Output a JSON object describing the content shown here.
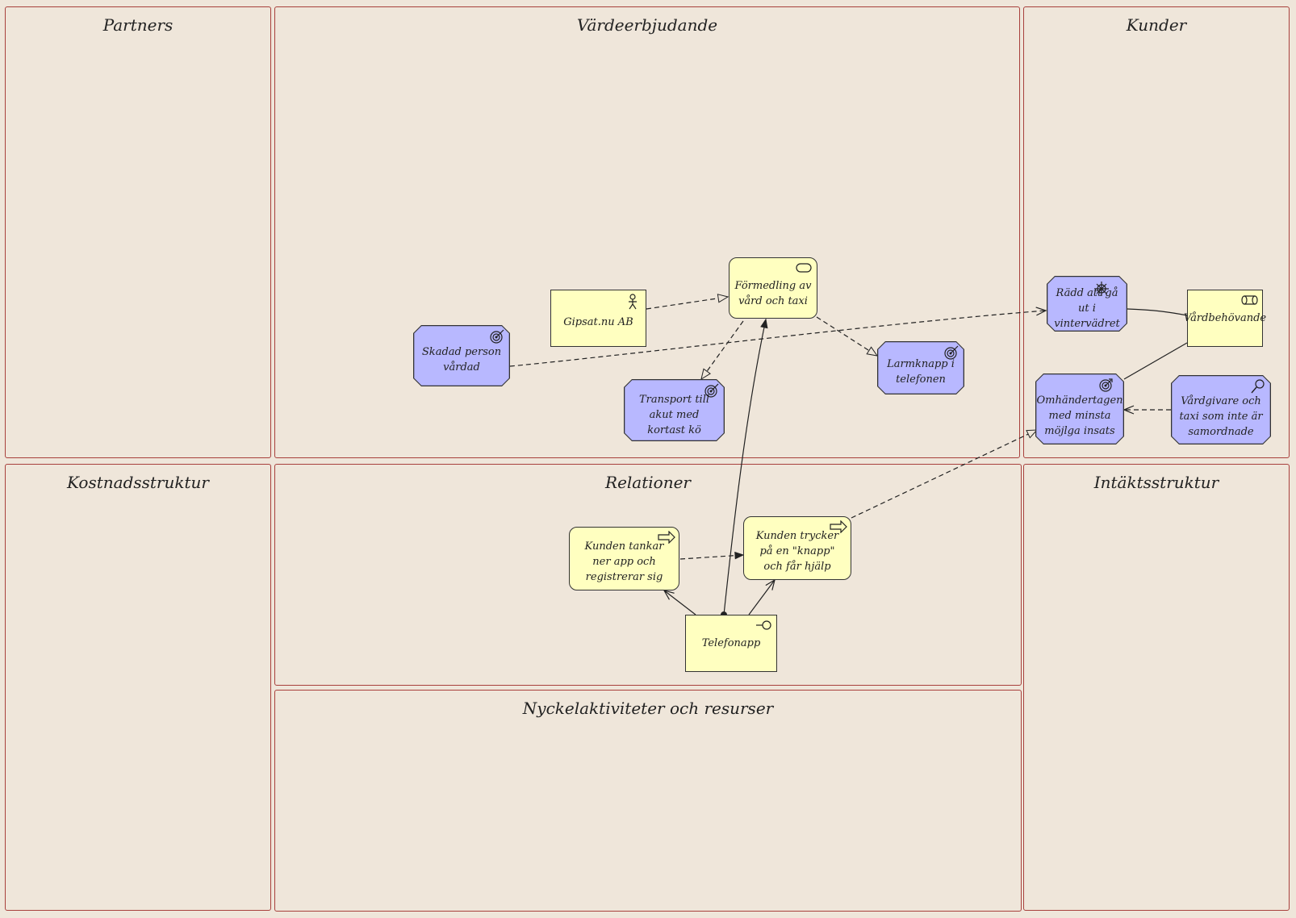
{
  "lanes": {
    "partners": "Partners",
    "value": "Värdeerbjudande",
    "customers": "Kunder",
    "costs": "Kostnadsstruktur",
    "relations": "Relationer",
    "revenue": "Intäktsstruktur",
    "activities": "Nyckelaktiviteter och resurser"
  },
  "nodes": {
    "formedling": {
      "text": "Förmedling av vård och taxi",
      "icon": "service-icon"
    },
    "gipsat": {
      "text": "Gipsat.nu AB",
      "icon": "actor-icon"
    },
    "skadad": {
      "text": "Skadad person vårdad",
      "icon": "goal-icon"
    },
    "transport": {
      "text": "Transport till akut med kortast kö",
      "icon": "goal-icon"
    },
    "larmknapp": {
      "text": "Larmknapp i telefonen",
      "icon": "goal-icon"
    },
    "radd": {
      "text": "Rädd att gå ut i vintervädret",
      "icon": "driver-icon"
    },
    "vardbehovande": {
      "text": "Vårdbehövande",
      "icon": "role-icon"
    },
    "omhandertagen": {
      "text": "Omhändertagen med minsta möjlga insats",
      "icon": "outcome-icon"
    },
    "vardgivare": {
      "text": "Vårdgivare och taxi som inte är samordnade",
      "icon": "assessment-icon"
    },
    "tankar": {
      "text": "Kunden tankar ner app och registrerar sig",
      "icon": "process-icon"
    },
    "trycker": {
      "text": "Kunden trycker på en \"knapp\" och får hjälp",
      "icon": "process-icon"
    },
    "telefonapp": {
      "text": "Telefonapp",
      "icon": "interface-icon"
    }
  },
  "colors": {
    "lane_border": "#a8403c",
    "background": "#efe6da",
    "yellow_node": "#ffffc0",
    "blue_node": "#b8b8ff"
  }
}
